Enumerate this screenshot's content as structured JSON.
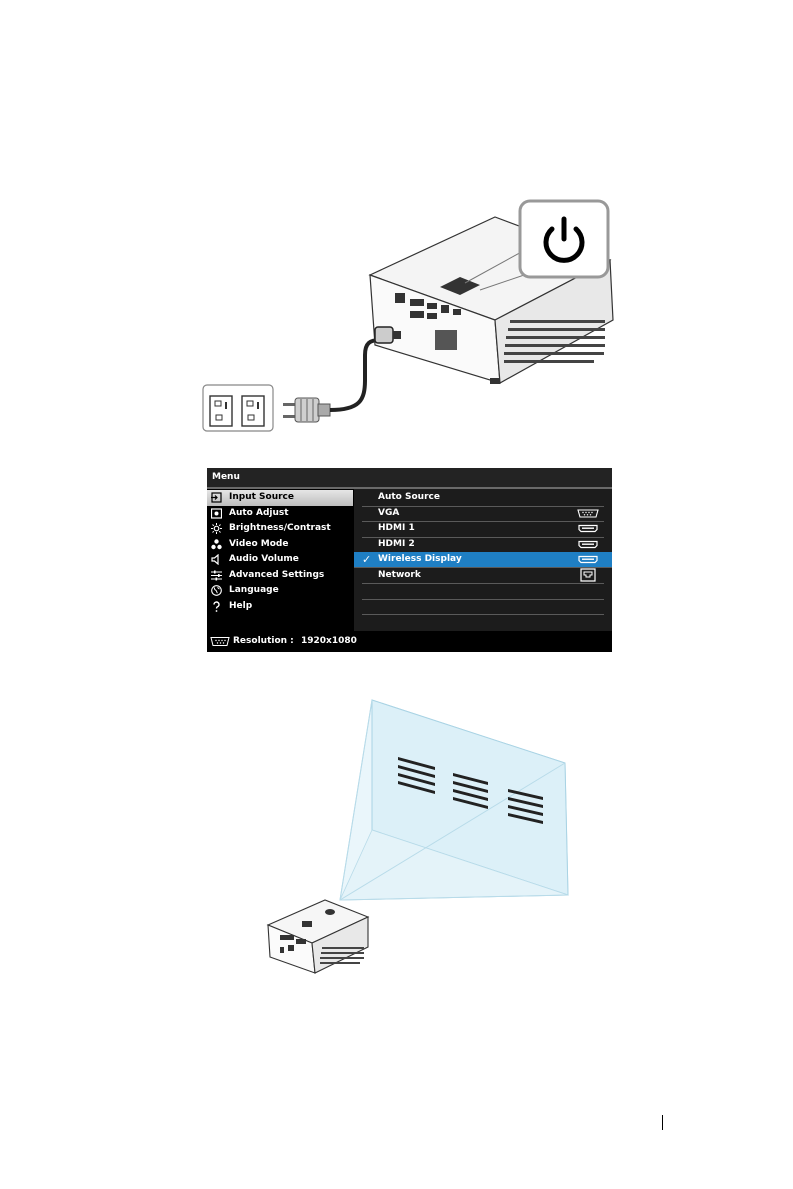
{
  "menu": {
    "title": "Menu",
    "items": [
      {
        "label": "Input Source",
        "icon": "input-source-icon"
      },
      {
        "label": "Auto Adjust",
        "icon": "auto-adjust-icon"
      },
      {
        "label": "Brightness/Contrast",
        "icon": "brightness-icon"
      },
      {
        "label": "Video Mode",
        "icon": "video-mode-icon"
      },
      {
        "label": "Audio Volume",
        "icon": "speaker-icon"
      },
      {
        "label": "Advanced Settings",
        "icon": "sliders-icon"
      },
      {
        "label": "Language",
        "icon": "globe-icon"
      },
      {
        "label": "Help",
        "icon": "question-icon"
      }
    ],
    "selected_item": "Input Source",
    "sources": [
      {
        "label": "Auto Source",
        "icon": ""
      },
      {
        "label": "VGA",
        "icon": "vga-port-icon"
      },
      {
        "label": "HDMI 1",
        "icon": "hdmi-port-icon"
      },
      {
        "label": "HDMI 2",
        "icon": "hdmi-port-icon"
      },
      {
        "label": "Wireless Display",
        "icon": "hdmi-port-icon"
      },
      {
        "label": "Network",
        "icon": "ethernet-port-icon"
      }
    ],
    "selected_source": "Wireless Display",
    "status": {
      "label": "Resolution :",
      "value": "1920x1080"
    },
    "colors": {
      "highlight": "#1f7fc4",
      "background": "#000000"
    }
  },
  "illustrations": {
    "top": {
      "icon": "power-button-icon"
    },
    "bottom": {
      "icon": "projected-image-icon"
    }
  }
}
